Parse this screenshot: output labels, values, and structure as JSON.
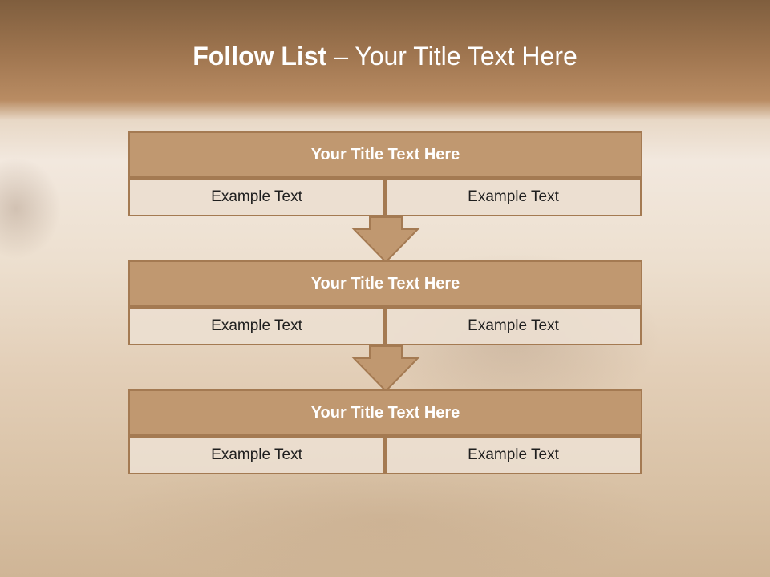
{
  "title": {
    "bold": "Follow List",
    "rest": " – Your Title Text Here"
  },
  "blocks": [
    {
      "heading": "Your Title Text Here",
      "left": "Example Text",
      "right": "Example Text"
    },
    {
      "heading": "Your Title Text Here",
      "left": "Example Text",
      "right": "Example Text"
    },
    {
      "heading": "Your Title Text Here",
      "left": "Example Text",
      "right": "Example Text"
    }
  ],
  "colors": {
    "header_fill": "#c09870",
    "border": "#a47a52",
    "cell_fill": "#ecded0",
    "arrow_fill": "#c09870"
  }
}
